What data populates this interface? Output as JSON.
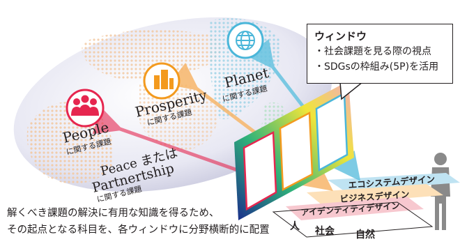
{
  "heading": "",
  "window_box": {
    "title": "ウィンドウ",
    "lines": [
      "・社会課題を見る際の視点",
      "・SDGsの枠組み(5P)を活用"
    ]
  },
  "categories": [
    {
      "name": "People",
      "sub": "に関する課題",
      "color": "#e6264f"
    },
    {
      "name": "Prosperity",
      "sub": "に関する課題",
      "color": "#f39a1e"
    },
    {
      "name": "Planet",
      "sub": "に関する課題",
      "color": "#4ab6d9"
    },
    {
      "name": "Peace または",
      "name2": "Partnertship",
      "sub": "に関する課題"
    }
  ],
  "design_bars": [
    {
      "label": "エコシステムデザイン",
      "color": "#bfe3f2"
    },
    {
      "label": "ビジネスデザイン",
      "color": "#fde0b8"
    },
    {
      "label": "アイデンティティデザイン",
      "color": "#f7c8cf"
    }
  ],
  "axis_labels": [
    "人",
    "社会",
    "自然"
  ],
  "caption_lines": [
    "解くべき課題の解決に有用な知識を得るため、",
    "その起点となる科目を、各ウィンドウに分野横断的に配置"
  ],
  "icons": {
    "people": "people-icon",
    "prosperity": "buildings-icon",
    "planet": "globe-icon",
    "person": "person-silhouette-icon"
  }
}
